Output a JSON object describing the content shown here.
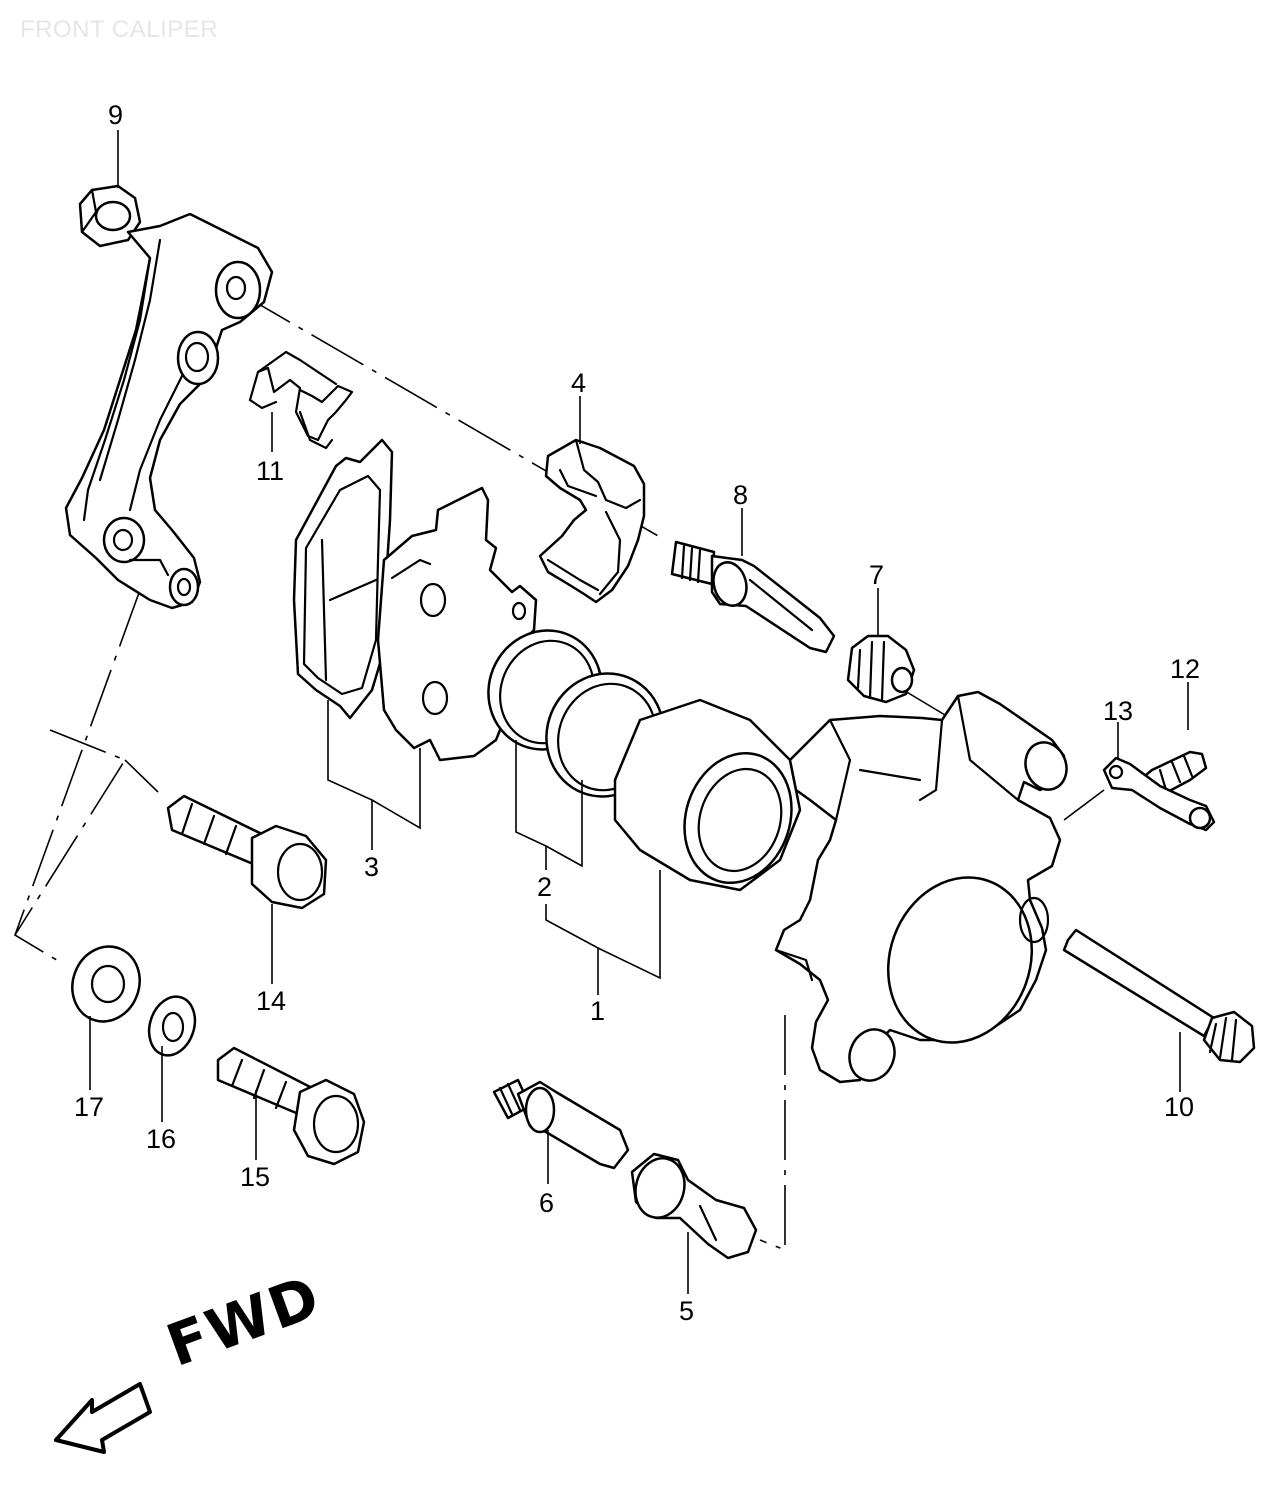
{
  "title": "FRONT CALIPER",
  "fwd_label": "FWD",
  "callouts": [
    {
      "id": "c1",
      "text": "1"
    },
    {
      "id": "c2",
      "text": "2"
    },
    {
      "id": "c3",
      "text": "3"
    },
    {
      "id": "c4",
      "text": "4"
    },
    {
      "id": "c5",
      "text": "5"
    },
    {
      "id": "c6",
      "text": "6"
    },
    {
      "id": "c7",
      "text": "7"
    },
    {
      "id": "c8",
      "text": "8"
    },
    {
      "id": "c9",
      "text": "9"
    },
    {
      "id": "c10",
      "text": "10"
    },
    {
      "id": "c11",
      "text": "11"
    },
    {
      "id": "c12",
      "text": "12"
    },
    {
      "id": "c13",
      "text": "13"
    },
    {
      "id": "c14",
      "text": "14"
    },
    {
      "id": "c15",
      "text": "15"
    },
    {
      "id": "c16",
      "text": "16"
    },
    {
      "id": "c17",
      "text": "17"
    }
  ]
}
